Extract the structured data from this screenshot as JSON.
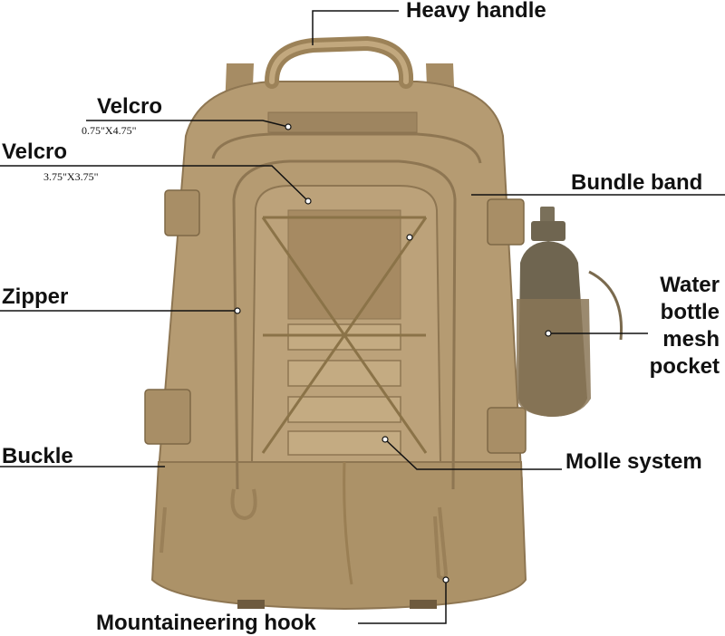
{
  "diagram": {
    "subject": "Tactical backpack with labeled features",
    "colors": {
      "bag_main": "#B59B72",
      "bag_dark": "#8E7652",
      "bag_light": "#CDB58D",
      "bottle": "#6F6550",
      "leader_line": "#111111",
      "text": "#111111",
      "background": "#FFFFFF"
    },
    "labels": {
      "heavy_handle": "Heavy handle",
      "velcro_top": "Velcro",
      "velcro_top_size": "0.75\"X4.75\"",
      "velcro_front": "Velcro",
      "velcro_front_size": "3.75\"X3.75\"",
      "bundle_band": "Bundle band",
      "zipper": "Zipper",
      "water_bottle_line1": "Water",
      "water_bottle_line2": "bottle",
      "water_bottle_line3": "mesh",
      "water_bottle_line4": "pocket",
      "buckle": "Buckle",
      "molle_system": "Molle system",
      "mountaineering_hook": "Mountaineering hook"
    }
  }
}
